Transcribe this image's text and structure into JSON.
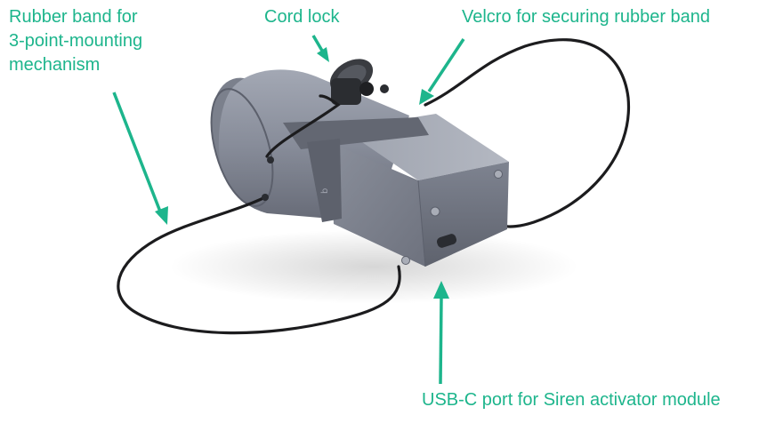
{
  "colors": {
    "annotation": "#1db58c",
    "device_body": "#868b98",
    "device_dark": "#5c606c",
    "cord": "#1c1c1e",
    "strap": "#6b6f7a",
    "background": "#ffffff"
  },
  "callouts": {
    "rubber_band": {
      "lines": [
        "Rubber band for",
        "3-point-mounting",
        "mechanism"
      ]
    },
    "cord_lock": {
      "text": "Cord lock"
    },
    "velcro": {
      "text": "Velcro for securing rubber band"
    },
    "usb_c": {
      "text": "USB-C port for Siren activator module"
    }
  }
}
